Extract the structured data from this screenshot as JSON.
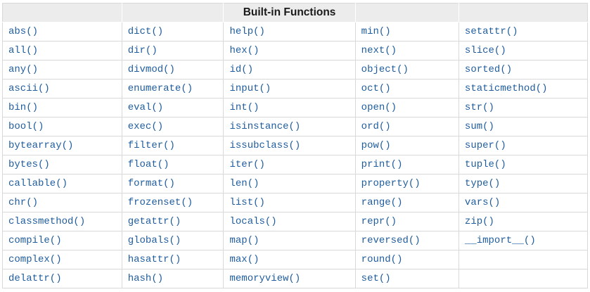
{
  "table": {
    "caption": "Built-in Functions",
    "column_count": 5,
    "rows": [
      [
        "abs()",
        "dict()",
        "help()",
        "min()",
        "setattr()"
      ],
      [
        "all()",
        "dir()",
        "hex()",
        "next()",
        "slice()"
      ],
      [
        "any()",
        "divmod()",
        "id()",
        "object()",
        "sorted()"
      ],
      [
        "ascii()",
        "enumerate()",
        "input()",
        "oct()",
        "staticmethod()"
      ],
      [
        "bin()",
        "eval()",
        "int()",
        "open()",
        "str()"
      ],
      [
        "bool()",
        "exec()",
        "isinstance()",
        "ord()",
        "sum()"
      ],
      [
        "bytearray()",
        "filter()",
        "issubclass()",
        "pow()",
        "super()"
      ],
      [
        "bytes()",
        "float()",
        "iter()",
        "print()",
        "tuple()"
      ],
      [
        "callable()",
        "format()",
        "len()",
        "property()",
        "type()"
      ],
      [
        "chr()",
        "frozenset()",
        "list()",
        "range()",
        "vars()"
      ],
      [
        "classmethod()",
        "getattr()",
        "locals()",
        "repr()",
        "zip()"
      ],
      [
        "compile()",
        "globals()",
        "map()",
        "reversed()",
        "__import__()"
      ],
      [
        "complex()",
        "hasattr()",
        "max()",
        "round()",
        ""
      ],
      [
        "delattr()",
        "hash()",
        "memoryview()",
        "set()",
        ""
      ]
    ]
  },
  "colors": {
    "link": "#1e5c9e",
    "header_bg": "#ececec",
    "header_text": "#1a1a1a",
    "border": "#d9d9d9"
  }
}
